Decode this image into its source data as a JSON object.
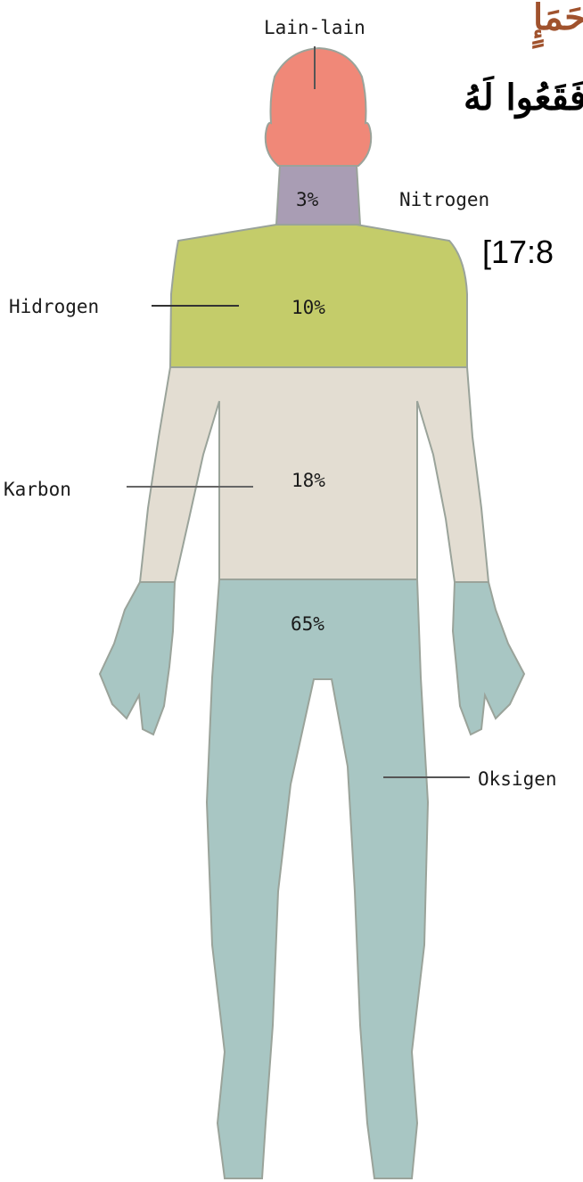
{
  "colors": {
    "head": "#f08878",
    "neck": "#a99db4",
    "chest": "#c4cc6a",
    "torso": "#e3ddd2",
    "lower": "#a8c6c3",
    "outline": "#9aa39a",
    "arabic_line_1": "#a0522d",
    "arabic_line_2": "#000000"
  },
  "header": {
    "arabic_line_1": "حَمَإٍ",
    "arabic_line_2": "فَقَعُوا لَهُ",
    "verse_ref": "[17:8"
  },
  "diagram": {
    "segments": [
      {
        "label": "Lain-lain",
        "percent": "",
        "icon": "head-region"
      },
      {
        "label": "Nitrogen",
        "percent": "3%",
        "icon": "neck-region"
      },
      {
        "label": "Hidrogen",
        "percent": "10%",
        "icon": "chest-region"
      },
      {
        "label": "Karbon",
        "percent": "18%",
        "icon": "torso-region"
      },
      {
        "label": "Oksigen",
        "percent": "65%",
        "icon": "lower-body-region"
      }
    ]
  }
}
